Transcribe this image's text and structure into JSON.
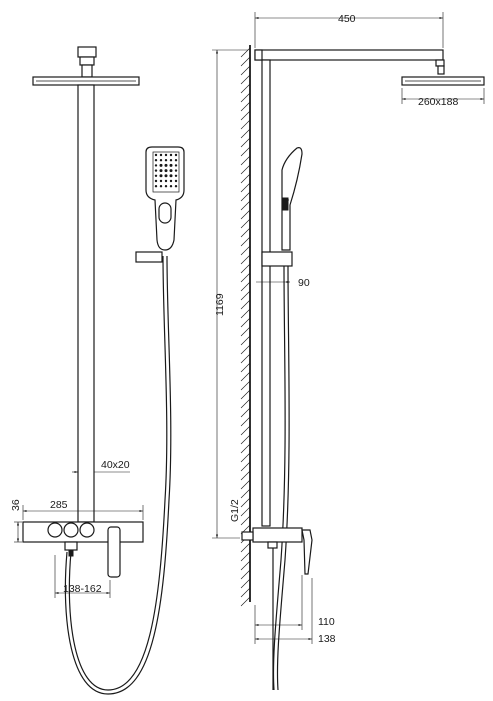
{
  "dimensions": {
    "arm_length": "450",
    "head_size": "260x188",
    "slider_offset": "90",
    "total_height": "1169",
    "pipe_section": "40x20",
    "mixer_height": "36",
    "mixer_width": "285",
    "inlet_spacing": "138-162",
    "thread": "G1/2",
    "depth_inner": "110",
    "depth_outer": "138"
  }
}
